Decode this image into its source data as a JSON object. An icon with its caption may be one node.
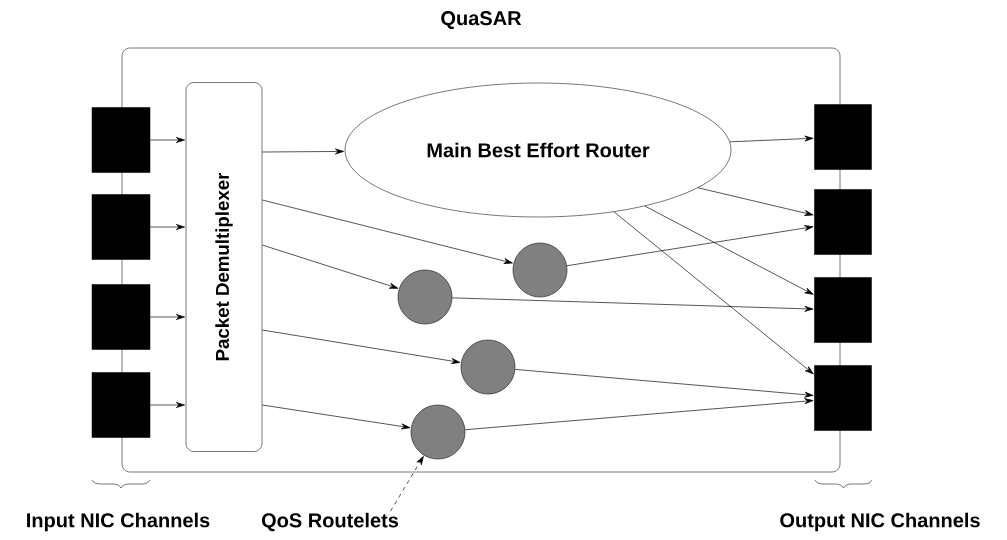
{
  "diagram": {
    "nodes": [
      {
        "text": [
          "QuaSAR"
        ]
      },
      {
        "text": [],
        "shape": "box"
      },
      {
        "text": [],
        "shape": "box"
      },
      {
        "text": [],
        "shape": "box"
      },
      {
        "text": [],
        "shape": "box"
      },
      {
        "text": [
          "Packet Demultiplexer"
        ],
        "in": 0
      },
      {
        "text": [
          "Main Best Effort Router"
        ],
        "in": 0
      },
      {
        "text": [],
        "shape": "circle",
        "in": 0
      },
      {
        "text": [],
        "shape": "circle",
        "in": 0
      },
      {
        "text": [],
        "shape": "circle",
        "in": 0
      },
      {
        "text": [],
        "shape": "circle",
        "in": 0
      },
      {
        "text": [],
        "shape": "box"
      },
      {
        "text": [],
        "shape": "box"
      },
      {
        "text": [],
        "shape": "box"
      },
      {
        "text": [],
        "shape": "box"
      },
      {
        "text": [
          "QoS Routelets"
        ]
      }
    ],
    "edges": [
      {
        "from": 1,
        "to": 5,
        "arrow": "to"
      },
      {
        "from": 2,
        "to": 5,
        "arrow": "to"
      },
      {
        "from": 3,
        "to": 5,
        "arrow": "to"
      },
      {
        "from": 4,
        "to": 5,
        "arrow": "to"
      },
      {
        "from": 5,
        "to": 6,
        "arrow": "to"
      },
      {
        "from": 5,
        "to": 7,
        "arrow": "to"
      },
      {
        "from": 5,
        "to": 8,
        "arrow": "to"
      },
      {
        "from": 5,
        "to": 9,
        "arrow": "to"
      },
      {
        "from": 5,
        "to": 10,
        "arrow": "to"
      },
      {
        "from": 6,
        "to": 11,
        "arrow": "to"
      },
      {
        "from": 6,
        "to": 12,
        "arrow": "to"
      },
      {
        "from": 6,
        "to": 13,
        "arrow": "to"
      },
      {
        "from": 6,
        "to": 14,
        "arrow": "to"
      },
      {
        "from": 7,
        "to": 12,
        "arrow": "to"
      },
      {
        "from": 8,
        "to": 13,
        "arrow": "to"
      },
      {
        "from": 9,
        "to": 14,
        "arrow": "to"
      },
      {
        "from": 10,
        "to": 14,
        "arrow": "to"
      },
      {
        "from": 15,
        "to": 10,
        "arrow": "to",
        "style": "dashed"
      }
    ],
    "labels": [
      "Input NIC Channels",
      "Output NIC Channels"
    ]
  }
}
